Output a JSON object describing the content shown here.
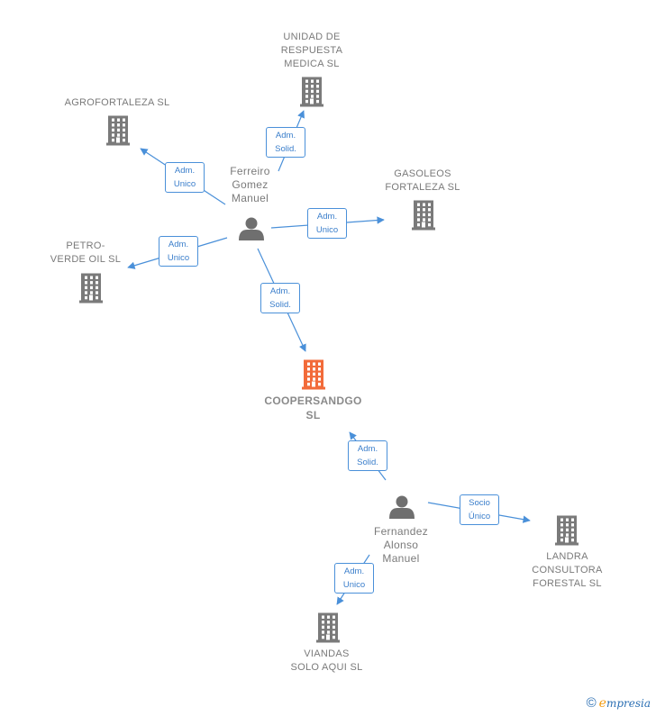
{
  "people": [
    {
      "id": "p1",
      "label": "Ferreiro\nGomez\nManuel"
    },
    {
      "id": "p2",
      "label": "Fernandez\nAlonso\nManuel"
    }
  ],
  "companies": [
    {
      "id": "c_unidad",
      "label": "UNIDAD DE\nRESPUESTA\nMEDICA  SL"
    },
    {
      "id": "c_agro",
      "label": "AGROFORTALEZA SL"
    },
    {
      "id": "c_gas",
      "label": "GASOLEOS\nFORTALEZA SL"
    },
    {
      "id": "c_petro",
      "label": "PETRO-\nVERDE OIL  SL"
    },
    {
      "id": "c_main",
      "label": "COOPERSANDGO\nSL"
    },
    {
      "id": "c_landra",
      "label": "LANDRA\nCONSULTORA\nFORESTAL SL"
    },
    {
      "id": "c_viandas",
      "label": "VIANDAS\nSOLO AQUI  SL"
    }
  ],
  "relations": [
    {
      "from": "p1",
      "to": "c_unidad",
      "label": "Adm.\nSolid."
    },
    {
      "from": "p1",
      "to": "c_agro",
      "label": "Adm.\nUnico"
    },
    {
      "from": "p1",
      "to": "c_gas",
      "label": "Adm.\nUnico"
    },
    {
      "from": "p1",
      "to": "c_petro",
      "label": "Adm.\nUnico"
    },
    {
      "from": "p1",
      "to": "c_main",
      "label": "Adm.\nSolid."
    },
    {
      "from": "p2",
      "to": "c_main",
      "label": "Adm.\nSolid."
    },
    {
      "from": "p2",
      "to": "c_landra",
      "label": "Socio\nÚnico"
    },
    {
      "from": "p2",
      "to": "c_viandas",
      "label": "Adm.\nUnico"
    }
  ],
  "colors": {
    "company_icon": "#7a7a7a",
    "main_company_icon": "#f26b3a",
    "person_icon": "#6f6f6f",
    "edge": "#4a90d9"
  },
  "footer": {
    "copyright_symbol": "©",
    "brand_first": "e",
    "brand_rest": "mpresia"
  }
}
